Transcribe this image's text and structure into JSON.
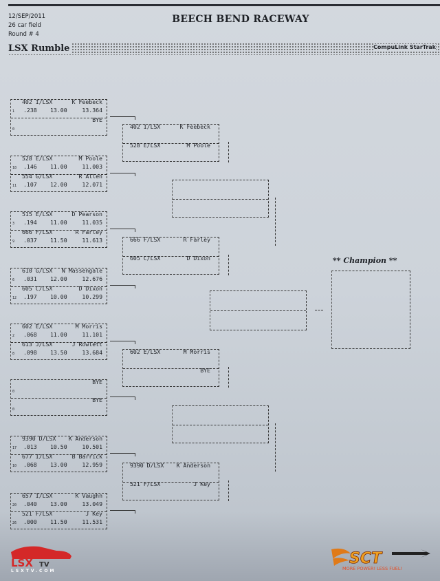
{
  "header": {
    "date": "12/SEP/2011",
    "field": "26 car field",
    "round": "Round # 4",
    "track": "BEECH BEND RACEWAY",
    "event": "LSX Rumble",
    "system": "CompuLink StarTrak"
  },
  "round1": [
    [
      {
        "car": "402 I/LSX",
        "name": "K Feebeck",
        "seed": "1",
        "rt": ".238",
        "dial": "13.00",
        "et": "13.364"
      },
      {
        "car": "",
        "name": "BYE",
        "seed": "0",
        "rt": "",
        "dial": "",
        "et": ""
      }
    ],
    [
      {
        "car": "528 E/LSX",
        "name": "M Poole",
        "seed": "18",
        "rt": ".146",
        "dial": "11.00",
        "et": "11.003"
      },
      {
        "car": "554 G/LSX",
        "name": "R Allen",
        "seed": "11",
        "rt": ".107",
        "dial": "12.00",
        "et": "12.071"
      }
    ],
    [
      {
        "car": "515 E/LSX",
        "name": "D Pearson",
        "seed": "3",
        "rt": ".194",
        "dial": "11.00",
        "et": "11.035"
      },
      {
        "car": "666 F/LSX",
        "name": "R Farley",
        "seed": "9",
        "rt": ".037",
        "dial": "11.50",
        "et": "11.613"
      }
    ],
    [
      {
        "car": "610 G/LSX",
        "name": "N Massengale",
        "seed": "6",
        "rt": ".031",
        "dial": "12.00",
        "et": "12.676"
      },
      {
        "car": "605 C/LSX",
        "name": "D Dixon",
        "seed": "12",
        "rt": ".197",
        "dial": "10.00",
        "et": "10.299"
      }
    ],
    [
      {
        "car": "602 E/LSX",
        "name": "M Morris",
        "seed": "2",
        "rt": ".068",
        "dial": "11.00",
        "et": "11.101"
      },
      {
        "car": "613 J/LSX",
        "name": "J Rowlett",
        "seed": "8",
        "rt": ".098",
        "dial": "13.50",
        "et": "13.684"
      }
    ],
    [
      {
        "car": "",
        "name": "BYE",
        "seed": "0",
        "rt": "",
        "dial": "",
        "et": ""
      },
      {
        "car": "",
        "name": "BYE",
        "seed": "0",
        "rt": "",
        "dial": "",
        "et": ""
      }
    ],
    [
      {
        "car": "9390 D/LSX",
        "name": "K Anderson",
        "seed": "17",
        "rt": ".013",
        "dial": "10.50",
        "et": "10.501"
      },
      {
        "car": "677 I/LSX",
        "name": "B Barrick",
        "seed": "10",
        "rt": ".068",
        "dial": "13.00",
        "et": "12.959"
      }
    ],
    [
      {
        "car": "657 I/LSX",
        "name": "K Vaughn",
        "seed": "20",
        "rt": ".040",
        "dial": "13.00",
        "et": "13.049"
      },
      {
        "car": "521 F/LSX",
        "name": "J Key",
        "seed": "26",
        "rt": ".000",
        "dial": "11.50",
        "et": "11.531"
      }
    ]
  ],
  "round2": [
    [
      {
        "car": "402 I/LSX",
        "name": "K Feebeck"
      },
      {
        "car": "528 E/LSX",
        "name": "M Poole"
      }
    ],
    [
      {
        "car": "666 F/LSX",
        "name": "R Farley"
      },
      {
        "car": "605 C/LSX",
        "name": "D Dixon"
      }
    ],
    [
      {
        "car": "602 E/LSX",
        "name": "M Morris"
      },
      {
        "car": "",
        "name": "BYE"
      }
    ],
    [
      {
        "car": "9390 D/LSX",
        "name": "K Anderson"
      },
      {
        "car": "521 F/LSX",
        "name": "J Key"
      }
    ]
  ],
  "champion_label": "** Champion **",
  "logos": {
    "left": "LSXTV",
    "left_url": "LSXTV.COM",
    "right": "SCT",
    "right_tagline": "MORE POWER! LESS FUEL!"
  }
}
